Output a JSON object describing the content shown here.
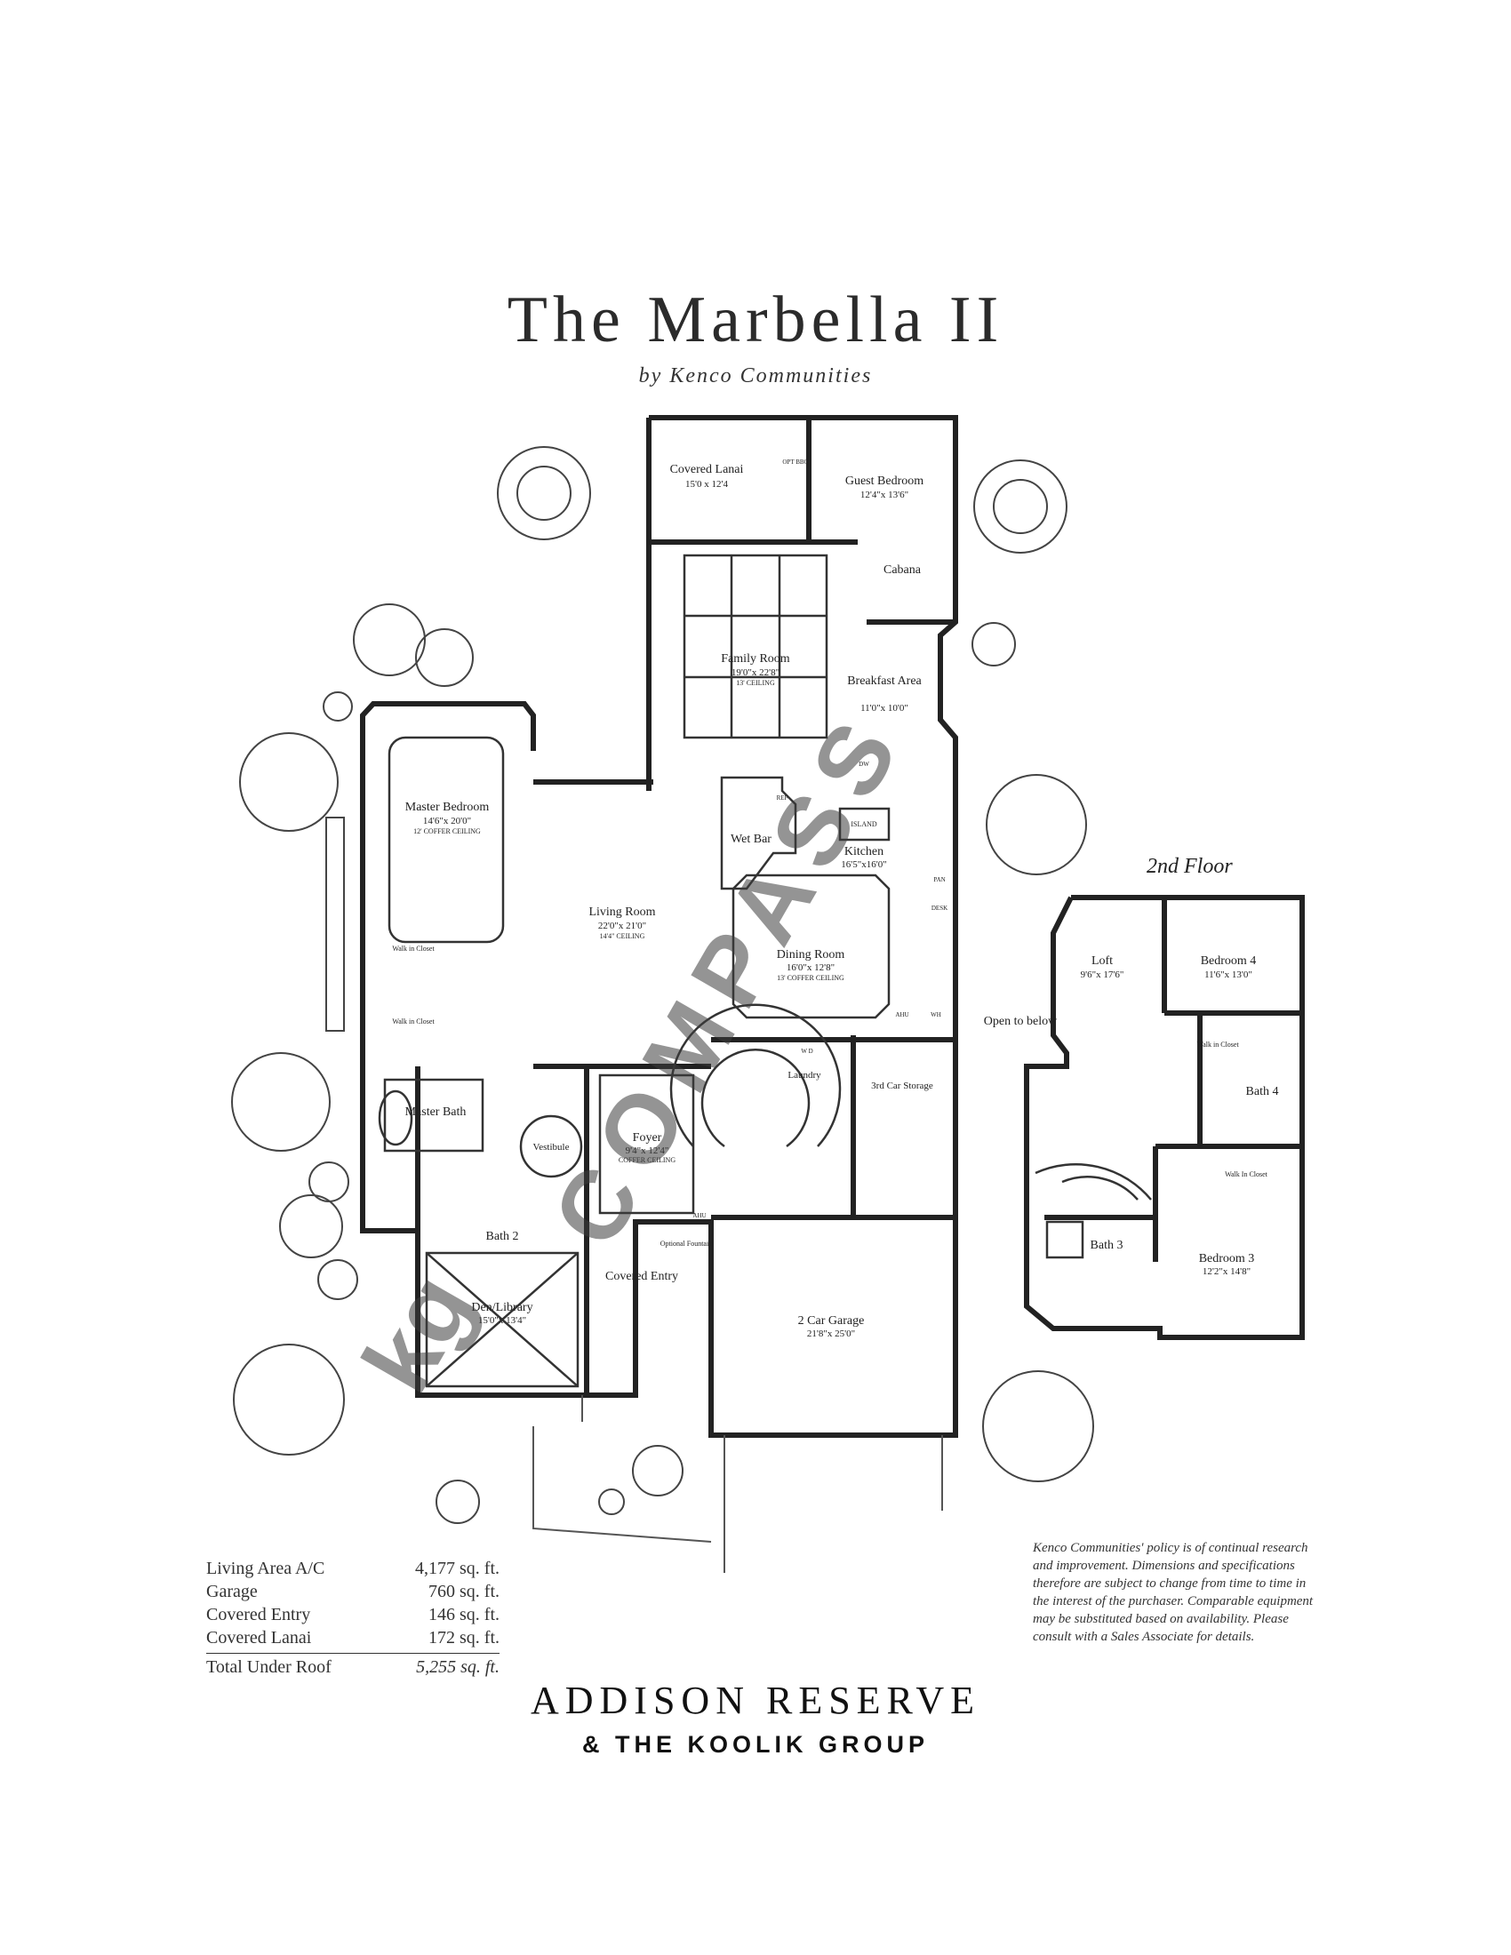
{
  "header": {
    "title": "The Marbella II",
    "subtitle": "by Kenco Communities"
  },
  "rooms": {
    "covered_lanai": {
      "name": "Covered Lanai",
      "dims": "15'0 x 12'4"
    },
    "guest_bedroom": {
      "name": "Guest Bedroom",
      "dims": "12'4\"x 13'6\""
    },
    "cabana": {
      "name": "Cabana"
    },
    "family_room": {
      "name": "Family Room",
      "dims": "19'0\"x 22'8\"",
      "note": "13' CEILING"
    },
    "breakfast_area": {
      "name": "Breakfast Area",
      "dims": "11'0\"x 10'0\""
    },
    "master_bedroom": {
      "name": "Master Bedroom",
      "dims": "14'6\"x 20'0\"",
      "note": "12' COFFER CEILING"
    },
    "living_room": {
      "name": "Living Room",
      "dims": "22'0\"x 21'0\"",
      "note": "14'4\" CEILING"
    },
    "wet_bar": {
      "name": "Wet Bar"
    },
    "kitchen": {
      "name": "Kitchen",
      "dims": "16'5\"x16'0\""
    },
    "island": {
      "name": "ISLAND"
    },
    "dining_room": {
      "name": "Dining Room",
      "dims": "16'0\"x 12'8\"",
      "note": "13' COFFER CEILING"
    },
    "walk_in_closet_1": {
      "name": "Walk in Closet"
    },
    "walk_in_closet_2": {
      "name": "Walk in Closet"
    },
    "master_bath": {
      "name": "Master Bath"
    },
    "vestibule": {
      "name": "Vestibule"
    },
    "foyer": {
      "name": "Foyer",
      "dims": "9'4\"x 12'4\"",
      "note": "COFFER CEILING"
    },
    "laundry": {
      "name": "Laundry"
    },
    "storage": {
      "name": "3rd Car Storage"
    },
    "bath_2": {
      "name": "Bath 2"
    },
    "den_library": {
      "name": "Den/Library",
      "dims": "15'0\"x 13'4\""
    },
    "covered_entry": {
      "name": "Covered Entry"
    },
    "optional_fountain": {
      "name": "Optional Fountain"
    },
    "garage": {
      "name": "2 Car Garage",
      "dims": "21'8\"x 25'0\""
    },
    "loft": {
      "name": "Loft",
      "dims": "9'6\"x 17'6\""
    },
    "bedroom_4": {
      "name": "Bedroom 4",
      "dims": "11'6\"x 13'0\""
    },
    "walk_in_closet_3": {
      "name": "Walk in Closet"
    },
    "bath_4": {
      "name": "Bath 4"
    },
    "walk_in_closet_4": {
      "name": "Walk In Closet"
    },
    "bath_3": {
      "name": "Bath 3"
    },
    "bedroom_3": {
      "name": "Bedroom 3",
      "dims": "12'2\"x 14'8\""
    },
    "open_to_below": {
      "name": "Open to below"
    }
  },
  "fixtures": {
    "ref": "REF",
    "dw": "DW",
    "pan": "PAN",
    "desk": "DESK",
    "ahu": "AHU",
    "wh": "WH",
    "ahu2": "AHU",
    "opt_bbq": "OPT BBQ",
    "wd": "W D"
  },
  "second_floor_label": "2nd Floor",
  "area_stats": [
    {
      "label": "Living Area A/C",
      "value": "4,177 sq. ft."
    },
    {
      "label": "Garage",
      "value": "760 sq. ft."
    },
    {
      "label": "Covered Entry",
      "value": "146 sq. ft."
    },
    {
      "label": "Covered Lanai",
      "value": "172 sq. ft."
    }
  ],
  "area_total": {
    "label": "Total Under Roof",
    "value": "5,255 sq. ft."
  },
  "disclaimer": "Kenco Communities' policy is of continual research and improvement. Dimensions and specifications therefore are subject to change from time to time in the interest of the purchaser. Comparable equipment may be substituted based on availability. Please consult with a Sales Associate for details.",
  "footer": {
    "brand": "ADDISON RESERVE",
    "group": "& THE KOOLIK GROUP"
  },
  "watermarks": {
    "compass": "COMPASS",
    "koolik": "kg"
  }
}
